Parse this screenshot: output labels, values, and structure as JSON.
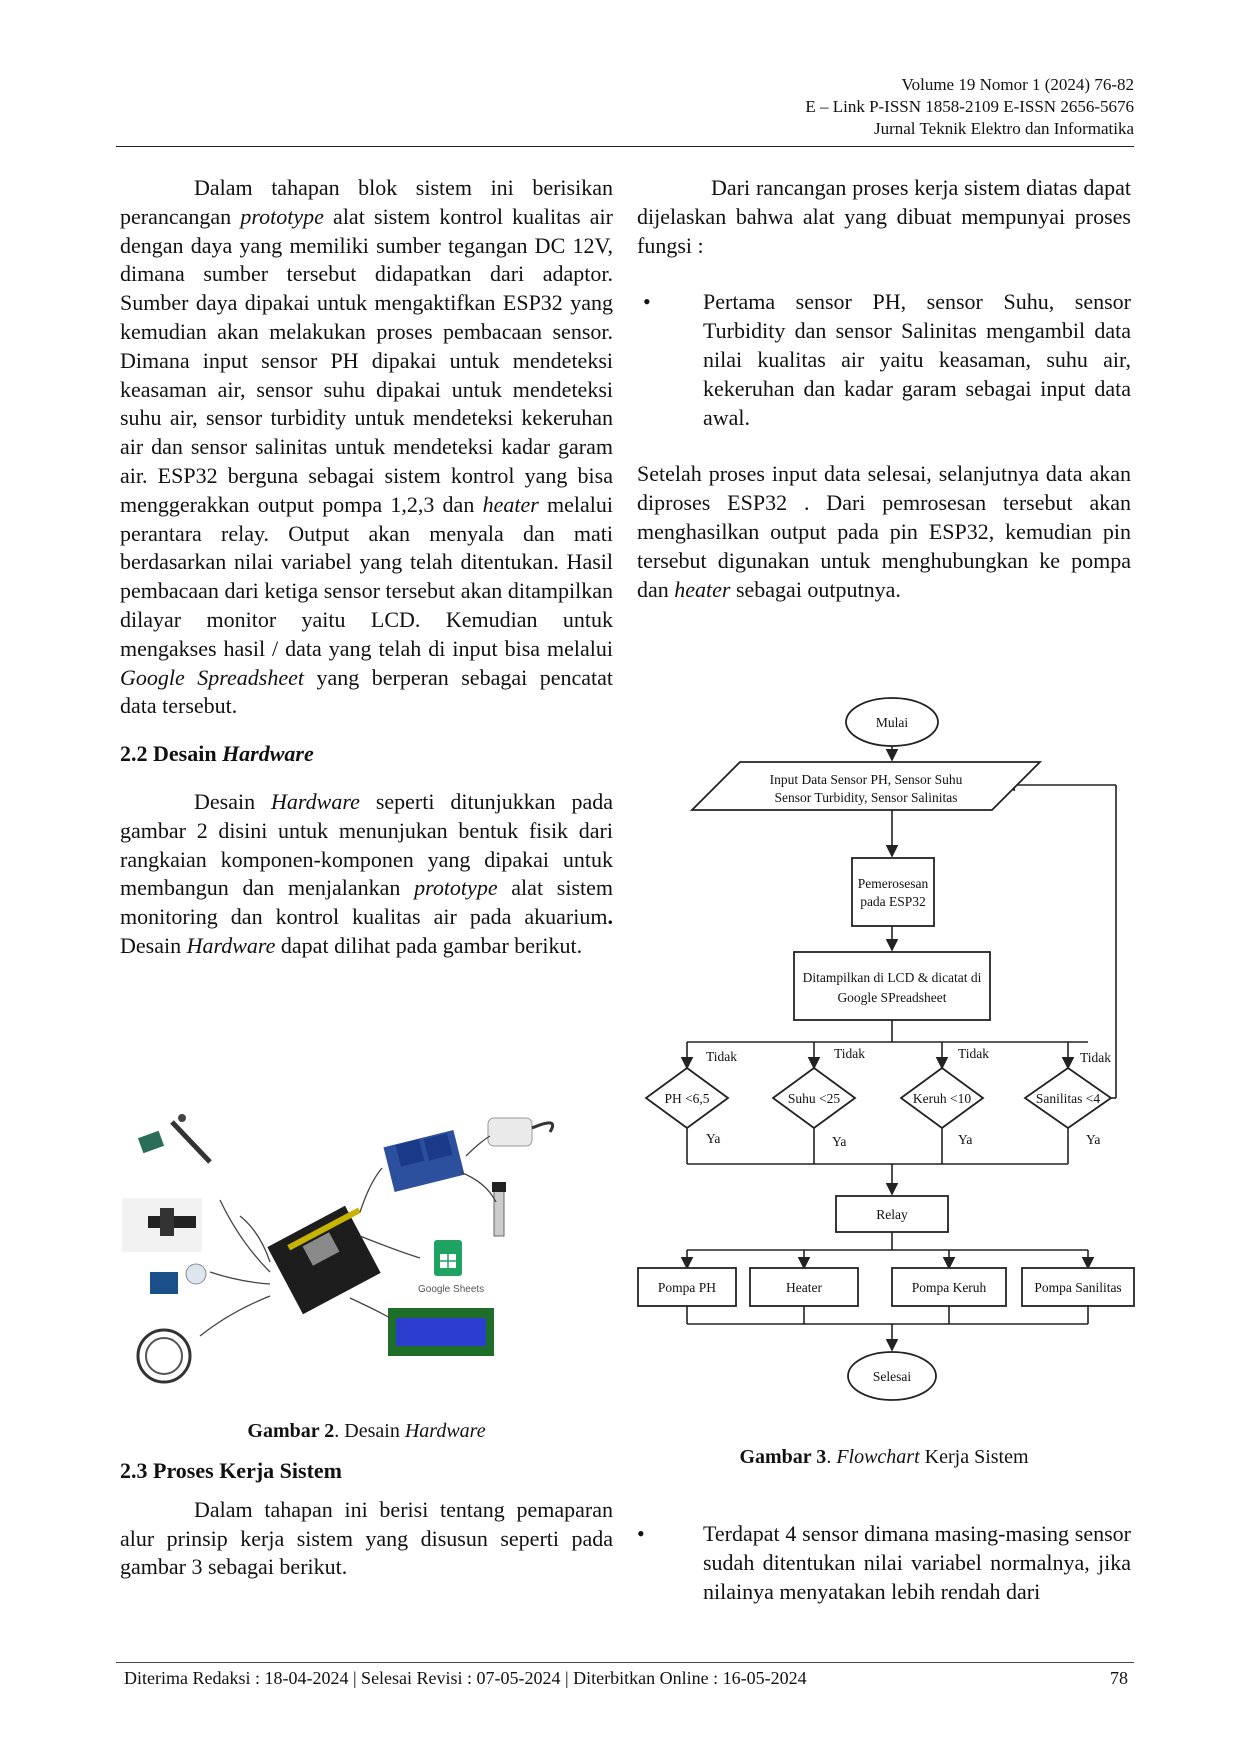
{
  "header": {
    "line1": "Volume 19 Nomor 1 (2024) 76-82",
    "line2": "E – Link P-ISSN 1858-2109 E-ISSN 2656-5676",
    "line3": "Jurnal Teknik Elektro dan Informatika"
  },
  "left": {
    "p1": {
      "a": "Dalam tahapan blok sistem ini berisikan perancangan ",
      "b": "prototype",
      "c": " alat sistem kontrol kualitas air dengan daya yang memiliki sumber tegangan DC 12V, dimana sumber tersebut didapatkan dari adaptor. Sumber daya dipakai untuk mengaktifkan ESP32 yang kemudian akan melakukan proses pembacaan sensor. Dimana input sensor PH dipakai untuk mendeteksi keasaman air, sensor suhu dipakai untuk mendeteksi suhu air, sensor turbidity untuk mendeteksi kekeruhan air dan sensor salinitas untuk mendeteksi kadar garam air. ESP32 berguna sebagai sistem kontrol yang bisa menggerakkan output pompa 1,2,3 dan ",
      "d": "heater",
      "e": " melalui perantara relay. Output akan menyala dan mati berdasarkan nilai variabel yang telah ditentukan. Hasil pembacaan dari ketiga sensor tersebut akan ditampilkan dilayar monitor yaitu LCD. Kemudian untuk mengakses hasil / data yang telah di input bisa melalui ",
      "f": "Google Spreadsheet",
      "g": " yang berperan sebagai pencatat data tersebut."
    },
    "sec22": {
      "num": "2.2 Desain ",
      "em": "Hardware"
    },
    "p2": {
      "a": "Desain ",
      "b": "Hardware",
      "c": " seperti ditunjukkan pada gambar 2 disini untuk menunjukan bentuk fisik dari rangkaian komponen-komponen yang dipakai untuk membangun dan menjalankan ",
      "d": "prototype",
      "e": " alat sistem monitoring dan kontrol kualitas air pada akuarium",
      "f": ".",
      "g": " Desain ",
      "h": "Hardware",
      "i": " dapat dilihat pada gambar berikut."
    },
    "fig2": {
      "label": "Gambar 2",
      "sep": ". Desain ",
      "em": "Hardware",
      "gs_label": "Google Sheets"
    },
    "sec23": "2.3 Proses Kerja Sistem",
    "p3": "Dalam tahapan ini berisi tentang pemaparan alur prinsip kerja sistem yang disusun seperti pada gambar 3 sebagai berikut."
  },
  "right": {
    "p1": "Dari rancangan proses kerja sistem diatas dapat dijelaskan bahwa alat yang dibuat mempunyai proses fungsi :",
    "bullet1": "Pertama sensor PH, sensor Suhu, sensor Turbidity dan sensor Salinitas mengambil data nilai kualitas air yaitu keasaman, suhu air, kekeruhan dan kadar garam sebagai input data awal.",
    "p2": {
      "a": "Setelah proses input data selesai, selanjutnya data akan diproses ESP32 . Dari pemrosesan tersebut akan menghasilkan output pada pin ESP32, kemudian pin tersebut digunakan untuk menghubungkan ke pompa dan ",
      "b": "heater",
      "c": " sebagai outputnya."
    },
    "fig3": {
      "label": "Gambar 3",
      "sep": ". ",
      "em": "Flowchart",
      "rest": " Kerja Sistem"
    },
    "bullet2": "Terdapat 4 sensor dimana masing-masing sensor sudah ditentukan nilai variabel normalnya, jika nilainya menyatakan lebih rendah dari"
  },
  "bullet_symbol": "•",
  "flowchart": {
    "start": "Mulai",
    "input_line1": "Input Data Sensor PH, Sensor Suhu",
    "input_line2": "Sensor Turbidity, Sensor Salinitas",
    "process_line1": "Pemerosesan",
    "process_line2": "pada ESP32",
    "display_line1": "Ditampilkan di LCD & dicatat di",
    "display_line2": "Google SPreadsheet",
    "d1": "PH <6,5",
    "d2": "Suhu <25",
    "d3": "Keruh <10",
    "d4": "Sanilitas <4",
    "no": "Tidak",
    "yes": "Ya",
    "relay": "Relay",
    "out1": "Pompa PH",
    "out2": "Heater",
    "out3": "Pompa Keruh",
    "out4": "Pompa Sanilitas",
    "end": "Selesai"
  },
  "footer": {
    "text": "Diterima Redaksi : 18-04-2024 | Selesai Revisi : 07-05-2024 | Diterbitkan Online : 16-05-2024",
    "page": "78"
  }
}
